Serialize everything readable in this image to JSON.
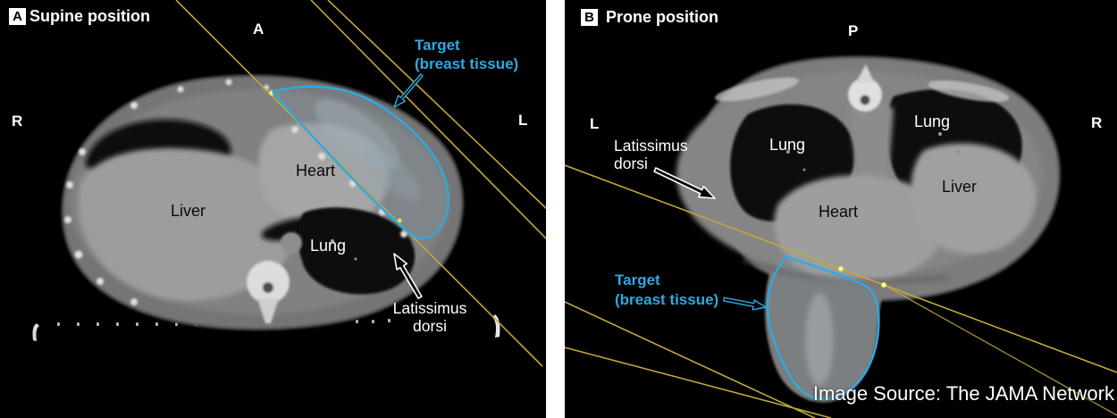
{
  "figure": {
    "credit": "Image Source: The JAMA Network",
    "panels": [
      {
        "letter": "A",
        "title": "Supine position",
        "markers": {
          "top": "A",
          "left": "R",
          "right": "L"
        },
        "organs": {
          "liver": "Liver",
          "heart": "Heart",
          "lung": "Lung"
        },
        "target": {
          "line1": "Target",
          "line2": "(breast tissue)"
        },
        "muscle": {
          "line1": "Latissimus",
          "line2": "dorsi"
        }
      },
      {
        "letter": "B",
        "title": "Prone position",
        "markers": {
          "top": "P",
          "left": "L",
          "right": "R"
        },
        "organs": {
          "lung_left": "Lung",
          "lung_right": "Lung",
          "liver": "Liver",
          "heart": "Heart"
        },
        "target": {
          "line1": "Target",
          "line2": "(breast tissue)"
        },
        "muscle": {
          "line1": "Latissimus",
          "line2": "dorsi"
        }
      }
    ],
    "colors": {
      "target_contour": "#2FA9E1",
      "beam_line": "#C2A73C",
      "background": "#000000",
      "divider": "#FFFFFF"
    }
  }
}
